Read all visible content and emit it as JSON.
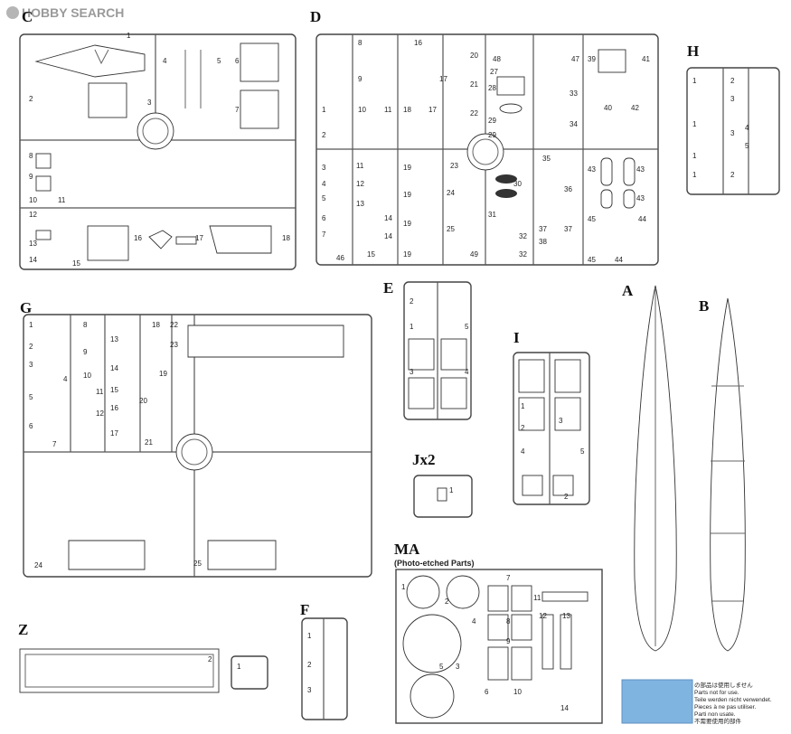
{
  "watermark": {
    "text": "HOBBY SEARCH"
  },
  "sprues": {
    "C": {
      "label": "C",
      "numbers": [
        "1",
        "2",
        "3",
        "4",
        "5",
        "6",
        "7",
        "8",
        "9",
        "10",
        "11",
        "12",
        "13",
        "14",
        "15",
        "16",
        "17",
        "18"
      ]
    },
    "D": {
      "label": "D",
      "numbers": [
        "1",
        "2",
        "3",
        "4",
        "5",
        "6",
        "7",
        "8",
        "9",
        "10",
        "11",
        "12",
        "13",
        "14",
        "15",
        "16",
        "17",
        "18",
        "19",
        "20",
        "21",
        "22",
        "23",
        "24",
        "25",
        "26",
        "27",
        "28",
        "29",
        "30",
        "31",
        "32",
        "33",
        "34",
        "35",
        "36",
        "37",
        "38",
        "39",
        "40",
        "41",
        "42",
        "43",
        "44",
        "45",
        "46",
        "47",
        "48",
        "49"
      ]
    },
    "H": {
      "label": "H",
      "numbers": [
        "1",
        "2",
        "3",
        "4",
        "5"
      ]
    },
    "E": {
      "label": "E",
      "numbers": [
        "1",
        "2",
        "3",
        "4",
        "5"
      ]
    },
    "I": {
      "label": "I",
      "numbers": [
        "1",
        "2",
        "3",
        "4",
        "5"
      ]
    },
    "J": {
      "label": "Jx2",
      "numbers": [
        "1"
      ]
    },
    "G": {
      "label": "G",
      "numbers": [
        "1",
        "2",
        "3",
        "4",
        "5",
        "6",
        "7",
        "8",
        "9",
        "10",
        "11",
        "12",
        "13",
        "14",
        "15",
        "16",
        "17",
        "18",
        "19",
        "20",
        "21",
        "22",
        "23",
        "24",
        "25"
      ]
    },
    "F": {
      "label": "F",
      "numbers": [
        "1",
        "2",
        "3"
      ]
    },
    "Z": {
      "label": "Z",
      "numbers": [
        "1",
        "2"
      ]
    },
    "MA": {
      "label": "MA",
      "sublabel": "(Photo-etched Parts)",
      "numbers": [
        "1",
        "2",
        "3",
        "4",
        "5",
        "6",
        "7",
        "8",
        "9",
        "10",
        "11",
        "12",
        "13",
        "14"
      ]
    },
    "A": {
      "label": "A"
    },
    "B": {
      "label": "B"
    }
  },
  "legend": {
    "swatch_color": "#7fb3e0",
    "lines": [
      "の部品は使用しません",
      "Parts not for use.",
      "Teile werden nicht verwendet.",
      "Pieces à ne pas utiliser.",
      "Parti non usate.",
      "不需要使用的部件"
    ]
  }
}
